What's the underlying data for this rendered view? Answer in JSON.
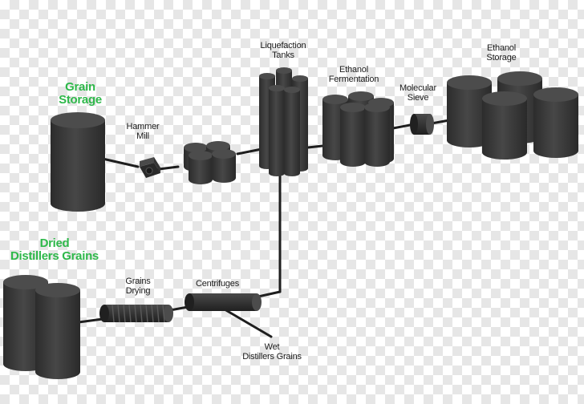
{
  "colors": {
    "equipment": "#3a3a3a",
    "equipment_top": "#4c4c4c",
    "pipe": "#1e1e1e",
    "label": "#1a1a1a",
    "highlight": "#2eb84a"
  },
  "labels": {
    "grain_storage": [
      "Grain",
      "Storage"
    ],
    "hammer_mill": [
      "Hammer",
      "Mill"
    ],
    "liquefaction_tanks": [
      "Liquefaction",
      "Tanks"
    ],
    "ethanol_fermentation": [
      "Ethanol",
      "Fermentation"
    ],
    "molecular_sieve": [
      "Molecular",
      "Sieve"
    ],
    "ethanol_storage": [
      "Ethanol",
      "Storage"
    ],
    "dried_distillers_grains": [
      "Dried",
      "Distillers Grains"
    ],
    "grains_drying": [
      "Grains",
      "Drying"
    ],
    "centrifuges": "Centrifuges",
    "wet_distillers_grains": [
      "Wet",
      "Distillers Grains"
    ]
  }
}
